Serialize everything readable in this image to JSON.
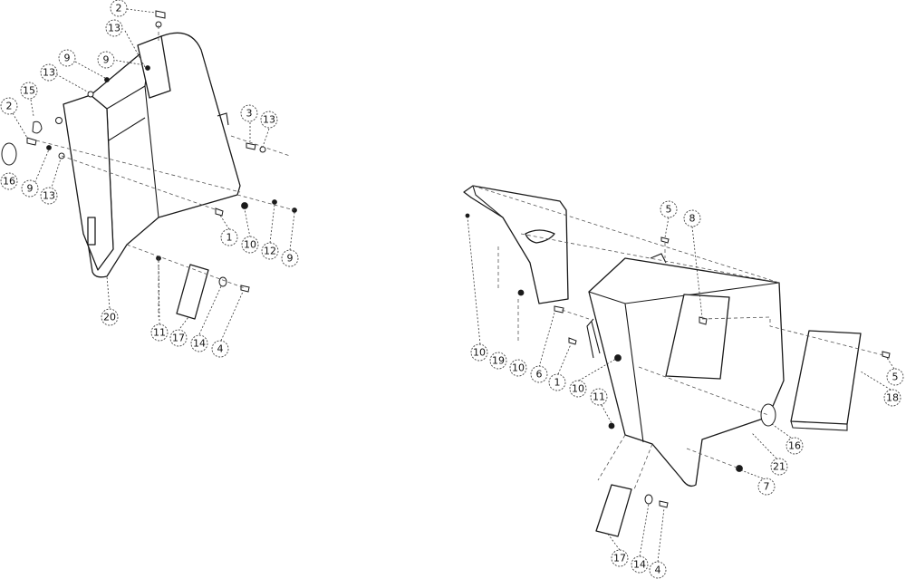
{
  "diagram": {
    "left_assembly": {
      "callouts": [
        "2",
        "13",
        "9",
        "9",
        "13",
        "15",
        "2",
        "16",
        "9",
        "13",
        "1",
        "10",
        "12",
        "9",
        "3",
        "13",
        "20",
        "11",
        "17",
        "14",
        "4"
      ]
    },
    "right_assembly": {
      "callouts": [
        "5",
        "8",
        "10",
        "19",
        "10",
        "6",
        "1",
        "10",
        "11",
        "5",
        "18",
        "16",
        "21",
        "7",
        "17",
        "14",
        "4"
      ]
    }
  }
}
